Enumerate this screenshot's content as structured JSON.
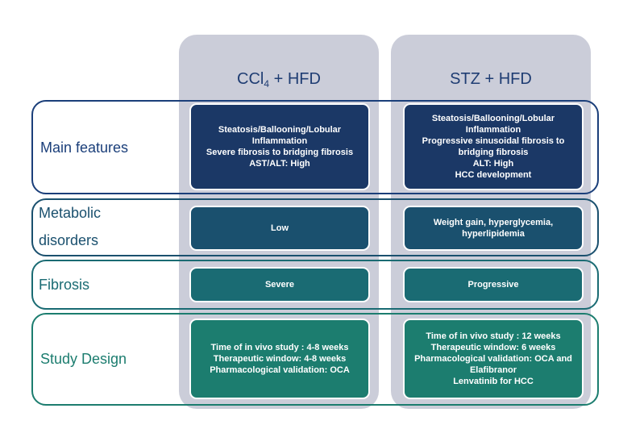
{
  "columns": [
    {
      "id": "ccl4",
      "title_main": "CCl",
      "title_sub": "4",
      "title_rest": " + HFD"
    },
    {
      "id": "stz",
      "title_main": "STZ + HFD",
      "title_sub": "",
      "title_rest": ""
    }
  ],
  "colors": {
    "column_bg": "#cbcdd9",
    "header_text": "#1f3d73",
    "main_features": "#1b3866",
    "metabolic": "#1a506e",
    "fibrosis": "#1a6b73",
    "study_design": "#1c7d6f"
  },
  "rows": [
    {
      "id": "main-features",
      "label": "Main features",
      "cells": [
        "Steatosis/Ballooning/Lobular\nInflammation\nSevere fibrosis to bridging fibrosis\nAST/ALT: High",
        "Steatosis/Ballooning/Lobular\nInflammation\nProgressive sinusoidal fibrosis to\nbridging fibrosis\nALT: High\nHCC development"
      ]
    },
    {
      "id": "metabolic-disorders",
      "label_line1": "Metabolic",
      "label_line2": "disorders",
      "cells": [
        "Low",
        "Weight gain, hyperglycemia,\nhyperlipidemia"
      ]
    },
    {
      "id": "fibrosis",
      "label": "Fibrosis",
      "cells": [
        "Severe",
        "Progressive"
      ]
    },
    {
      "id": "study-design",
      "label": "Study Design",
      "cells": [
        "Time of in vivo study : 4-8 weeks\nTherapeutic window: 4-8 weeks\nPharmacological validation: OCA",
        "Time of in vivo study : 12 weeks\nTherapeutic window: 6 weeks\nPharmacological validation: OCA and\nElafibranor\nLenvatinib for HCC"
      ]
    }
  ]
}
